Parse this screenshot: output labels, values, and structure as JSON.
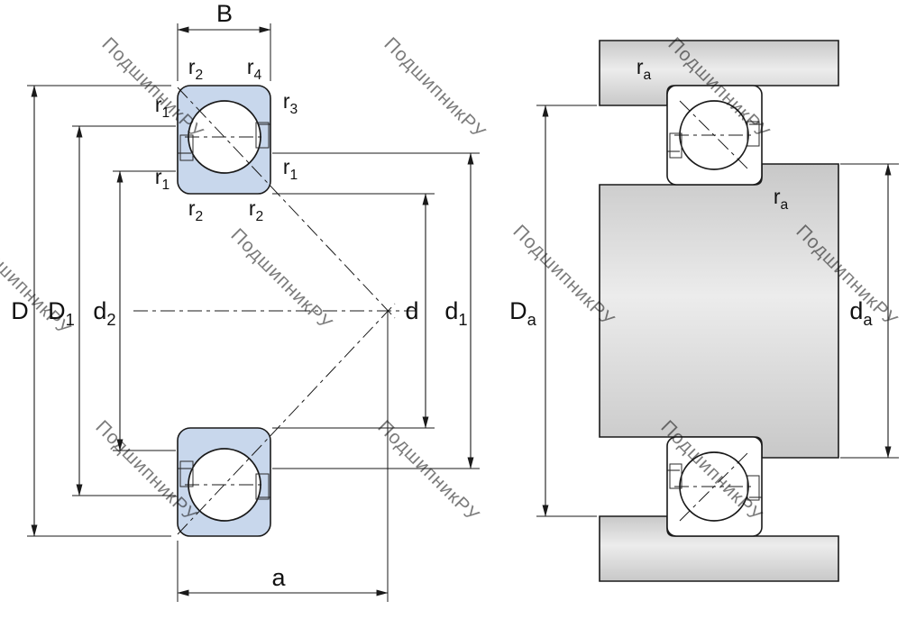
{
  "watermark": {
    "text": "ПодшипникРУ"
  },
  "colors": {
    "bearing_fill": "#c8d7ec",
    "metal_gray": "#d6d6d6",
    "line": "#1a1a1a",
    "watermark": "#9b9b9b"
  },
  "left_view": {
    "labels": {
      "width": {
        "base": "B",
        "sub": ""
      },
      "outer_diameter": {
        "base": "D",
        "sub": ""
      },
      "shoulder_diameter_D1": {
        "base": "D",
        "sub": "1"
      },
      "shoulder_diameter_d2": {
        "base": "d",
        "sub": "2"
      },
      "bore_diameter": {
        "base": "d",
        "sub": ""
      },
      "shoulder_diameter_d1": {
        "base": "d",
        "sub": "1"
      },
      "pressure_center_distance": {
        "base": "a",
        "sub": ""
      },
      "r2_top_left": {
        "base": "r",
        "sub": "2"
      },
      "r4_top_right": {
        "base": "r",
        "sub": "4"
      },
      "r1_upper_left": {
        "base": "r",
        "sub": "1"
      },
      "r3_upper_right": {
        "base": "r",
        "sub": "3"
      },
      "r1_lower_left": {
        "base": "r",
        "sub": "1"
      },
      "r1_lower_right": {
        "base": "r",
        "sub": "1"
      },
      "r2_bottom_left": {
        "base": "r",
        "sub": "2"
      },
      "r2_bottom_right": {
        "base": "r",
        "sub": "2"
      }
    }
  },
  "right_view": {
    "labels": {
      "housing_fillet": {
        "base": "r",
        "sub": "a"
      },
      "shaft_fillet": {
        "base": "r",
        "sub": "a"
      },
      "housing_shoulder_diameter": {
        "base": "D",
        "sub": "a"
      },
      "shaft_shoulder_diameter": {
        "base": "d",
        "sub": "a"
      }
    }
  }
}
